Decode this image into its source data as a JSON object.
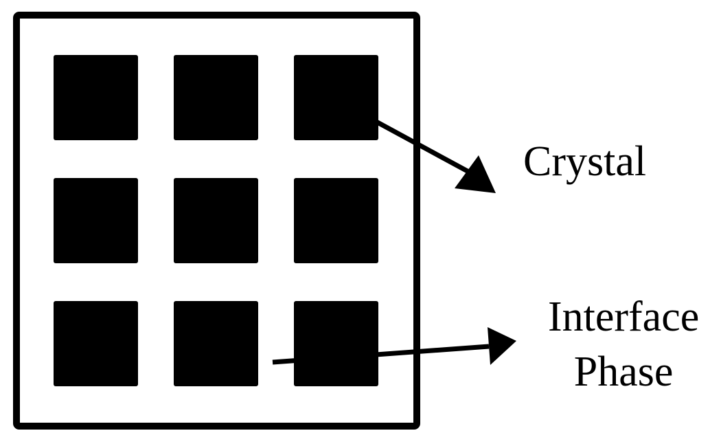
{
  "labels": {
    "crystal": "Crystal",
    "interface_line1": "Interface",
    "interface_line2": "Phase"
  },
  "grid": {
    "rows": 3,
    "cols": 3
  },
  "colors": {
    "ink": "#000000",
    "background": "#ffffff"
  }
}
